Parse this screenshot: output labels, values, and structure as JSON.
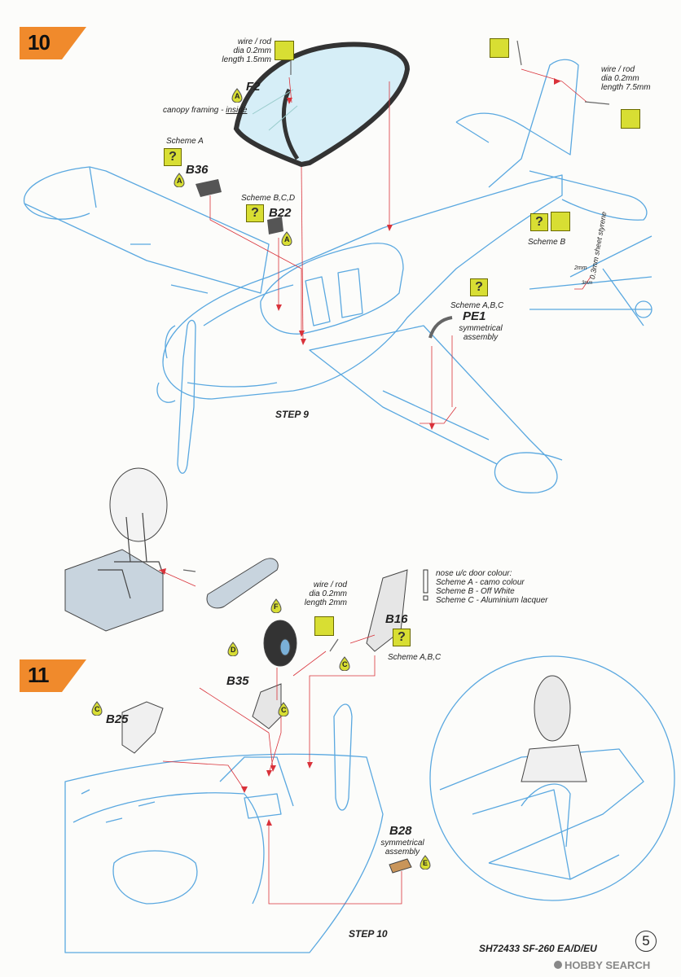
{
  "steps": {
    "step10_num": "10",
    "step11_num": "11",
    "step9_caption": "STEP 9",
    "step10_caption": "STEP 10"
  },
  "notes": {
    "wire_top_line1": "wire / rod",
    "wire_top_line2": "dia 0.2mm",
    "wire_top_line3": "length 1.5mm",
    "wire_right_line1": "wire / rod",
    "wire_right_line2": "dia 0.2mm",
    "wire_right_line3": "length 7.5mm",
    "wire_mid_line1": "wire / rod",
    "wire_mid_line2": "dia 0.2mm",
    "wire_mid_line3": "length 2mm",
    "canopy_framing": "canopy framing - ",
    "canopy_inside": "inside",
    "scheme_a": "Scheme A",
    "scheme_bcd": "Scheme B,C,D",
    "scheme_b": "Scheme B",
    "scheme_abc_pe": "Scheme A,B,C",
    "scheme_abc_b16": "Scheme A,B,C",
    "symmetrical_1": "symmetrical",
    "assembly_1": "assembly",
    "symmetrical_2": "symmetrical",
    "assembly_2": "assembly",
    "sheet_styrene": "0.3mm",
    "sheet_styrene2": "sheet styrene",
    "mm2": "2mm",
    "mm3": "3mm",
    "nose_title": "nose u/c door colour:",
    "nose_a": "Scheme A - camo colour",
    "nose_b": "Scheme B - Off White",
    "nose_c": "Scheme C - Aluminium lacquer"
  },
  "parts": {
    "f2": "F2",
    "b36": "B36",
    "b22": "B22",
    "pe1": "PE1",
    "b16": "B16",
    "b35": "B35",
    "b25": "B25",
    "b28": "B28"
  },
  "colour_codes": {
    "a1": "A",
    "a2": "A",
    "a3": "A",
    "f": "F",
    "d": "D",
    "c1": "C",
    "c2": "C",
    "c3": "C",
    "e": "E"
  },
  "icons": {
    "question": "?"
  },
  "footer": {
    "code": "SH72433 SF-260 EA/D/EU",
    "page": "5",
    "watermark": "HOBBY SEARCH"
  },
  "colors": {
    "accent": "#f08a2c",
    "line_blue": "#5aa8e0",
    "guide_red": "#d9323a",
    "badge_yellow": "#d8de33"
  }
}
